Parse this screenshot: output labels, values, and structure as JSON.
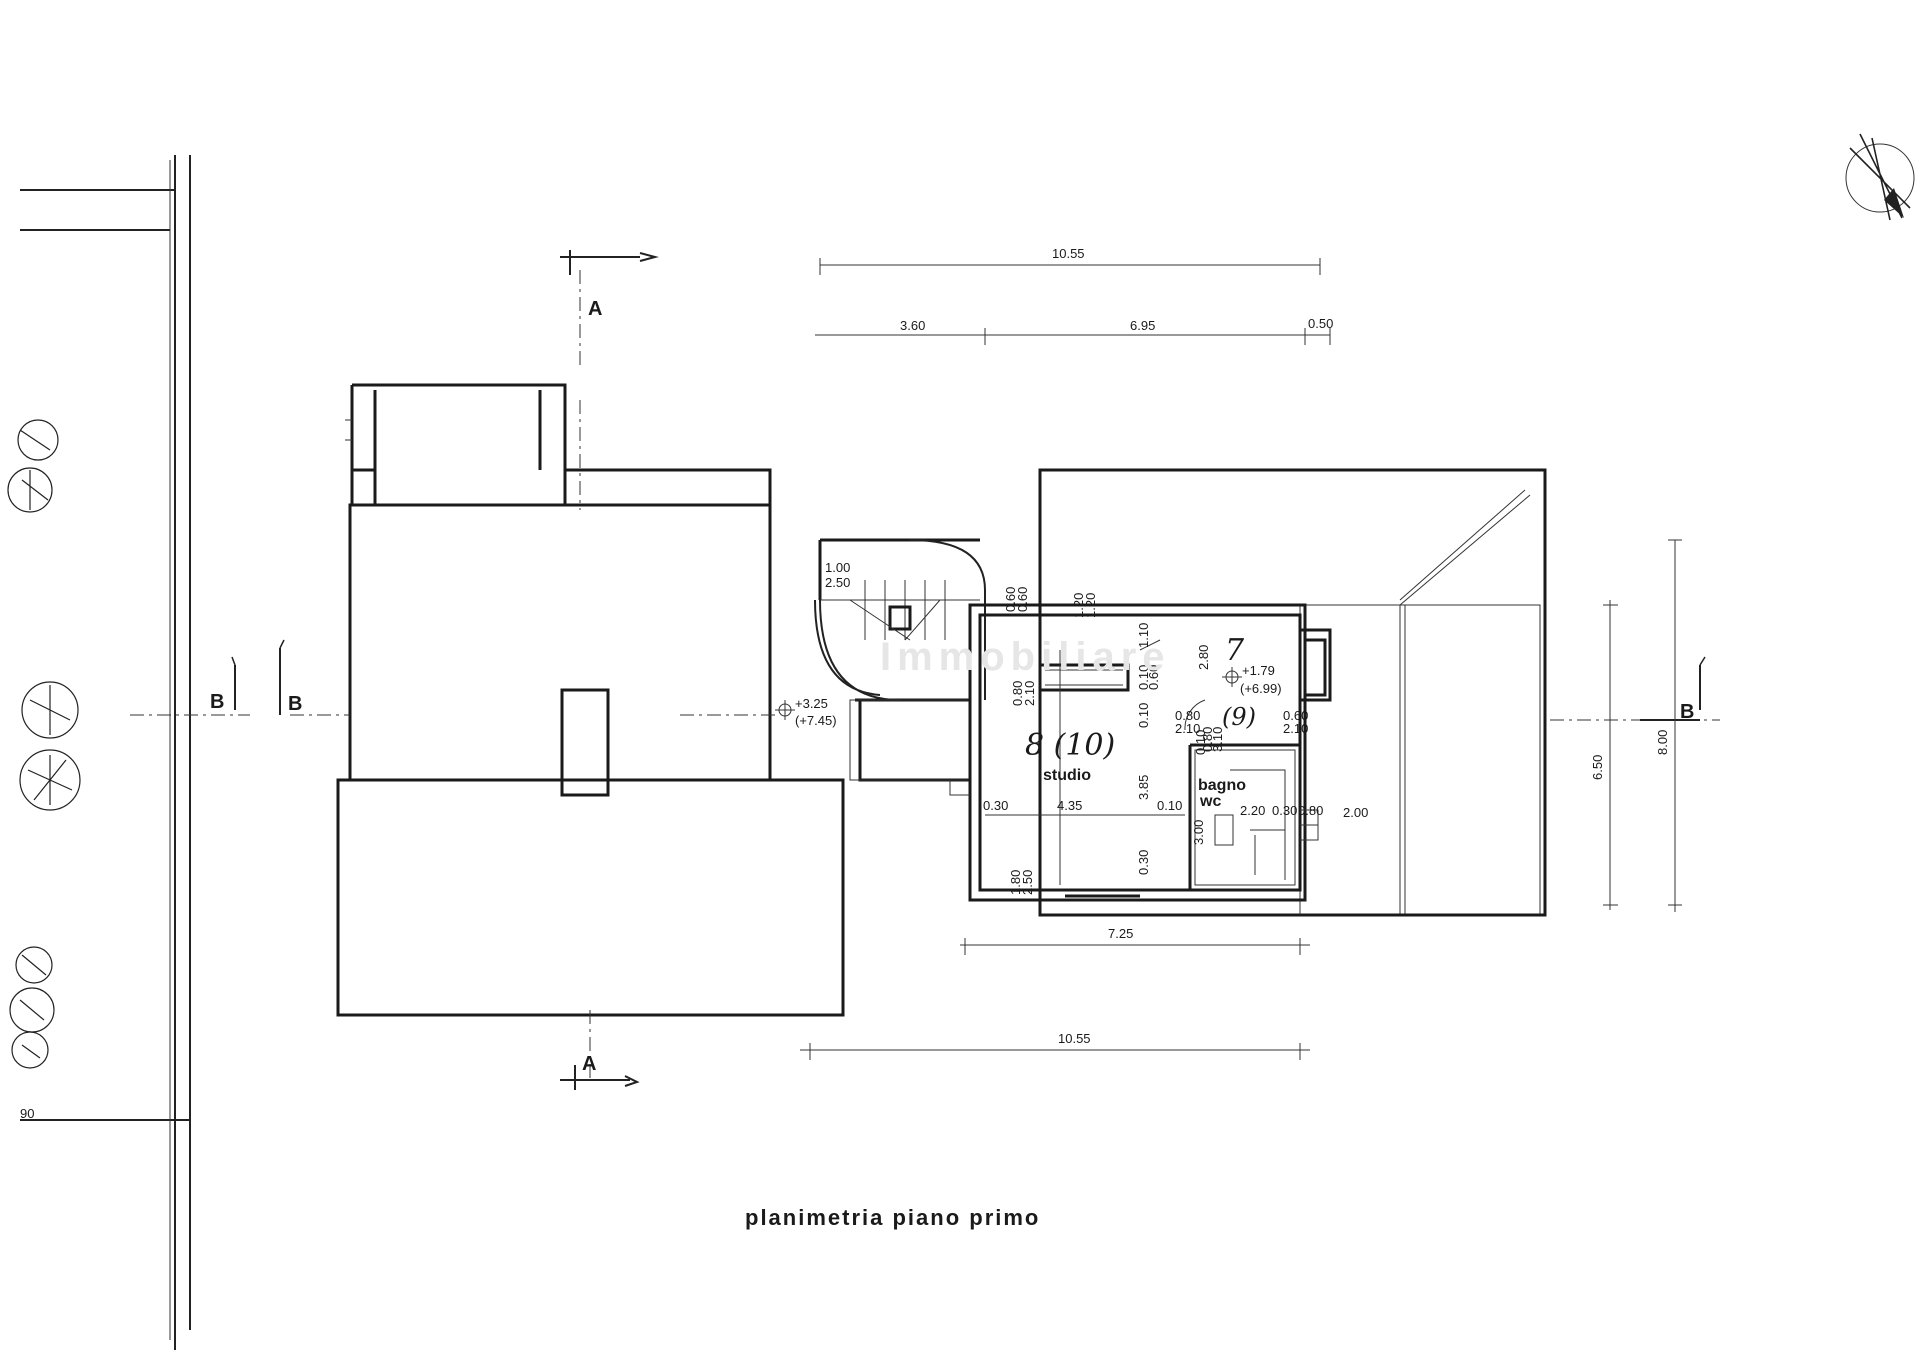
{
  "drawing": {
    "title": "planimetria piano primo",
    "section_marks": {
      "a_top": "A",
      "a_bottom": "A",
      "b_left_1": "B",
      "b_left_2": "B",
      "b_right": "B"
    },
    "watermark": "Immobiliare",
    "margin_label": "90"
  },
  "dimensions": {
    "top_total": "10.55",
    "top_seg_1": "3.60",
    "top_seg_2": "6.95",
    "top_seg_3": "0.50",
    "bottom_total": "10.55",
    "bottom_inner": "7.25",
    "right_inner": "6.50",
    "right_outer": "8.00",
    "studio_width": "4.35",
    "studio_left": "0.30",
    "studio_right": "0.10",
    "studio_height": "3.85",
    "studio_bottom": "0.30",
    "window_1": "1.80",
    "window_1b": "2.50",
    "door_1": "0.80",
    "door_1b": "2.10",
    "door_2": "0.80",
    "door_2b": "2.10",
    "door_3": "0.60",
    "door_3b": "2.10",
    "small_1": "0.60",
    "small_2": "0.60",
    "stair_1": "1.00",
    "stair_2": "2.50",
    "wall_1": "1.20",
    "wall_2": "1.20",
    "wall_3": "1.10",
    "wall_4": "2.80",
    "wall_5": "0.10",
    "wall_6": "0.60",
    "wall_7": "0.10",
    "wall_8": "0.10",
    "bagno_dims": "2.20",
    "bagno_dims_b": "0.30",
    "bagno_dims_c": "0.80",
    "bagno_height": "3.00",
    "bagno_right": "2.00",
    "bagno_side": "0.80",
    "bagno_side_b": "3.10",
    "level_1": "+3.25",
    "level_1b": "(+7.45)",
    "level_2": "+1.79",
    "level_2b": "(+6.99)"
  },
  "rooms": {
    "studio_num": "8 (10)",
    "studio_label": "studio",
    "bagno_num": "7",
    "bagno_num_b": "(9)",
    "bagno_label": "bagno",
    "bagno_sub": "wc"
  },
  "colors": {
    "ink": "#1a1a1a",
    "paper": "#ffffff"
  }
}
